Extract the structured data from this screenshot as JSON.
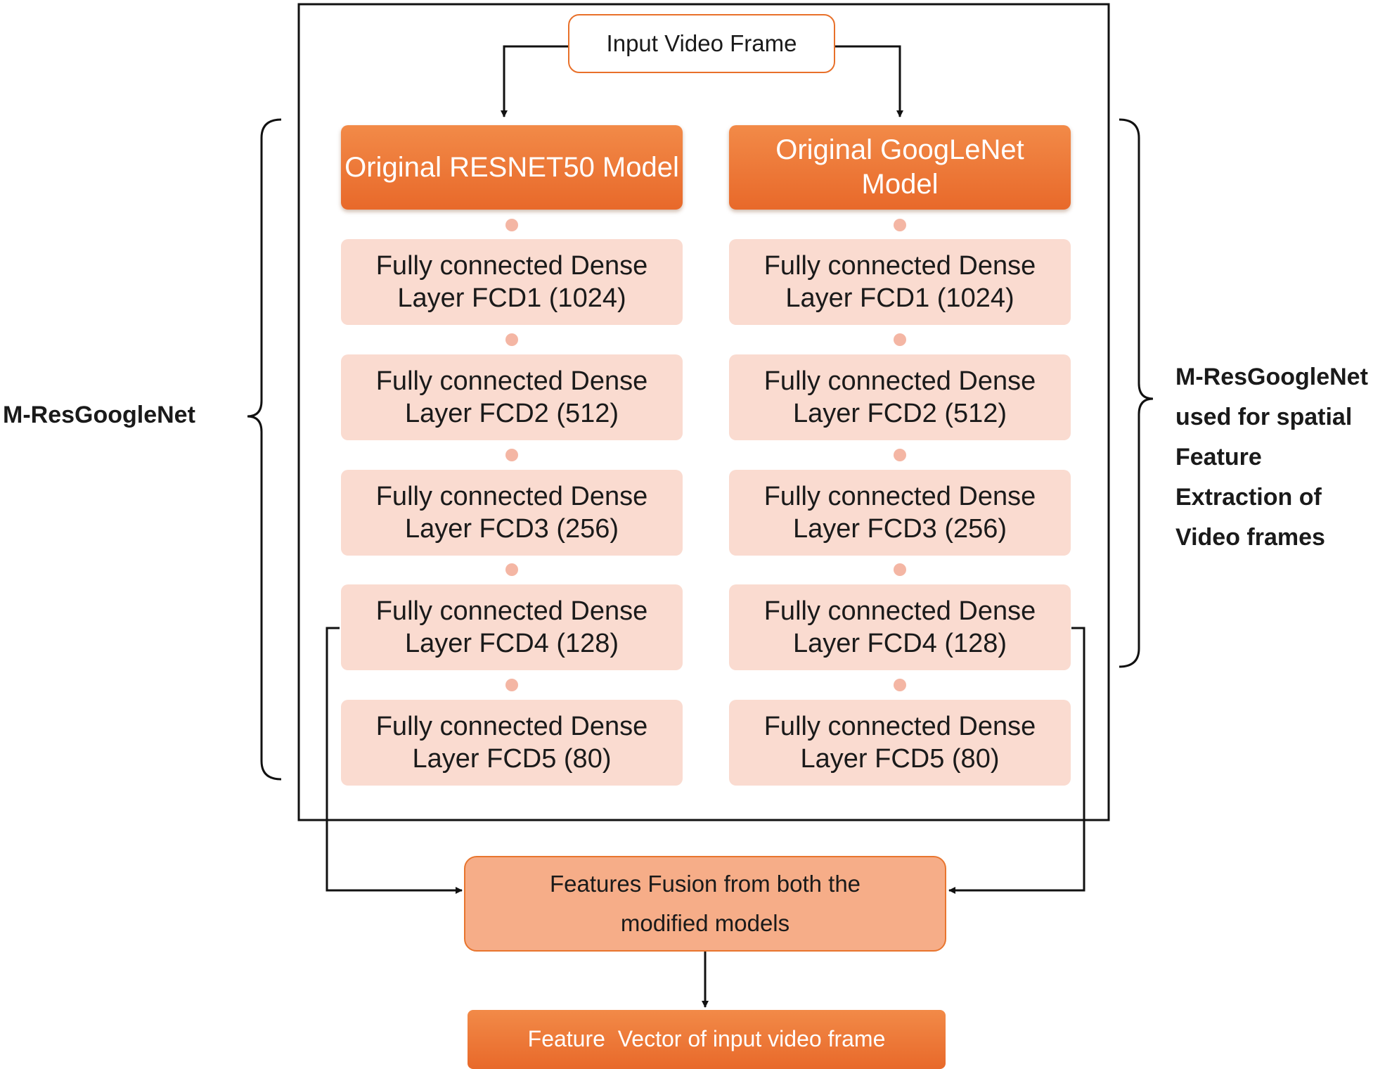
{
  "input": {
    "label": "Input Video Frame"
  },
  "models": [
    {
      "label": "Original RESNET50 Model"
    },
    {
      "label": "Original GoogLeNet Model"
    }
  ],
  "layers": [
    {
      "line1": "Fully connected Dense",
      "line2": "Layer FCD1 (1024)"
    },
    {
      "line1": "Fully connected Dense",
      "line2": "Layer FCD2 (512)"
    },
    {
      "line1": "Fully connected Dense",
      "line2": "Layer FCD3 (256)"
    },
    {
      "line1": "Fully connected Dense",
      "line2": "Layer FCD4 (128)"
    },
    {
      "line1": "Fully connected Dense",
      "line2": "Layer FCD5 (80)"
    }
  ],
  "fusion": {
    "line1": "Features Fusion from both the",
    "line2": "modified models"
  },
  "output": {
    "label": "Feature  Vector of input video frame"
  },
  "left_label": "M-ResGoogleNet",
  "right_label": [
    "M-ResGoogleNet",
    "used for spatial",
    "Feature",
    "Extraction of",
    "Video frames"
  ],
  "colors": {
    "accent": "#e8702a",
    "layer_fill": "#fadbd0",
    "connector_dot": "#f4b6a4"
  }
}
